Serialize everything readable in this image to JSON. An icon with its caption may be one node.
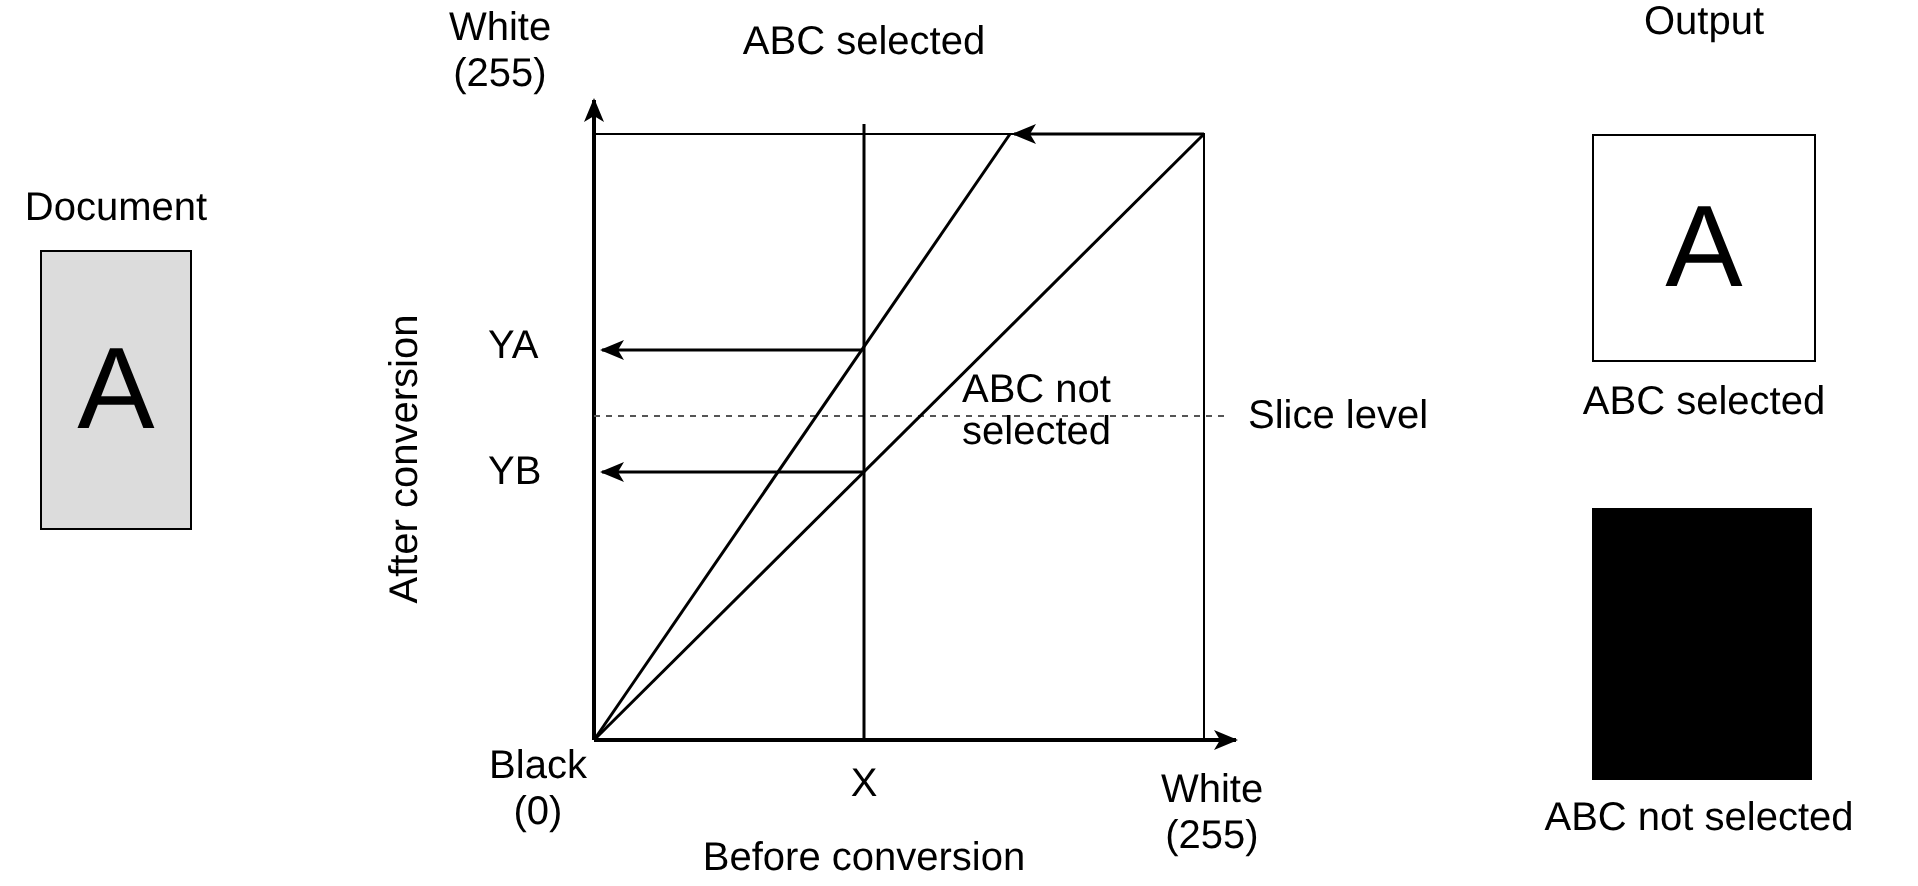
{
  "diagram": {
    "nodes": [
      {
        "text": [
          "Document",
          "A"
        ]
      },
      {
        "text": [
          "Output",
          "A"
        ],
        "beside": [
          "ABC selected"
        ]
      },
      {
        "text": [],
        "shape": "box",
        "beside": [
          "ABC not selected"
        ]
      }
    ],
    "edges": [],
    "labels": [
      "White (255)",
      "ABC selected",
      "YA",
      "ABC not selected",
      "Slice level",
      "YB",
      "After conversion",
      "Black (0)",
      "X",
      "White (255)",
      "Before conversion"
    ]
  }
}
